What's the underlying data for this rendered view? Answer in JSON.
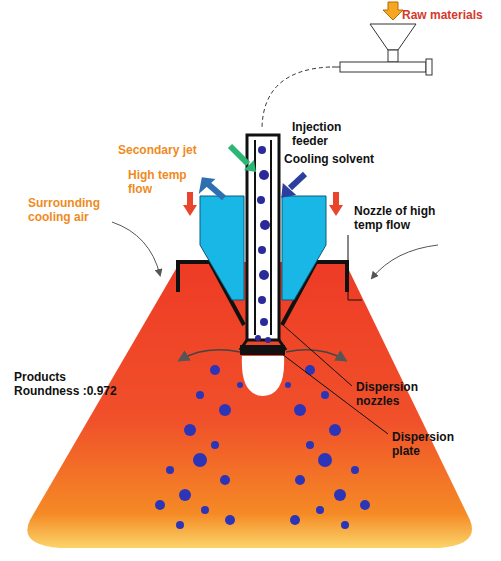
{
  "diagram": {
    "labels": [
      "Raw materials",
      "Injection feeder",
      "Secondary jet",
      "Cooling solvent",
      "High temp flow",
      "Nozzle of high temp flow",
      "Surrounding cooling air",
      "Products Roundness :0.972",
      "Dispersion nozzles",
      "Dispersion plate"
    ]
  }
}
